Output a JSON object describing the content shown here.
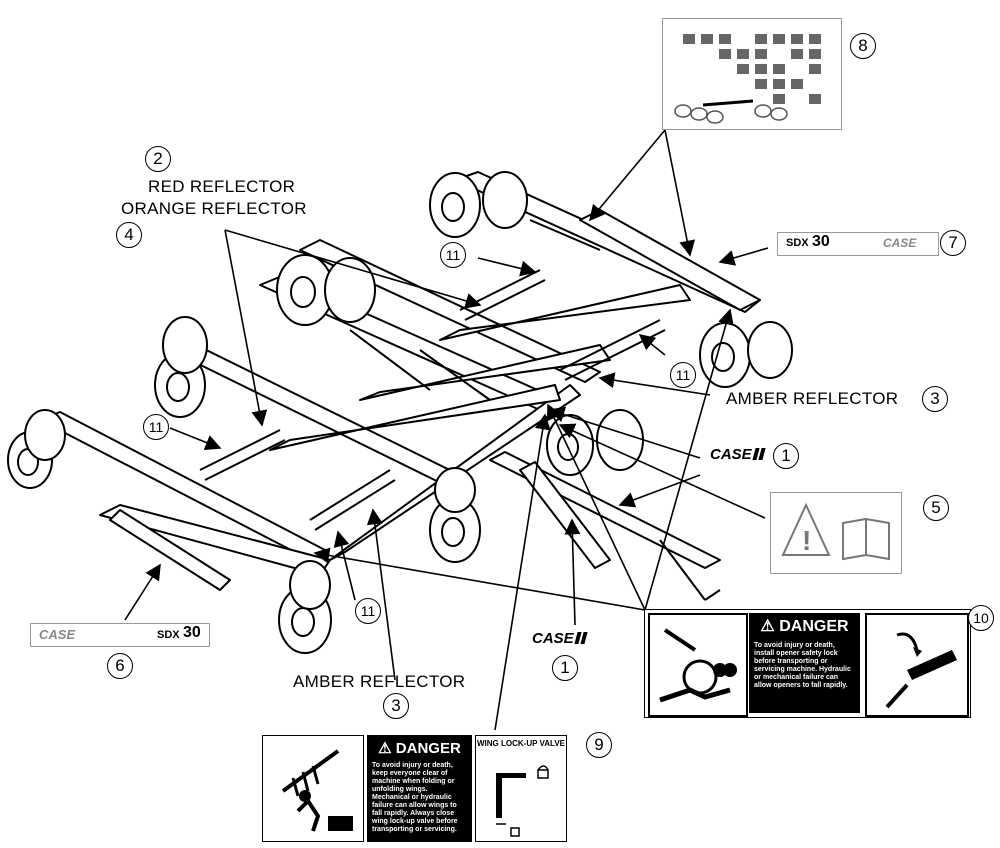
{
  "labels": {
    "red_reflector": "RED REFLECTOR",
    "orange_reflector": "ORANGE REFLECTOR",
    "amber_reflector_right": "AMBER REFLECTOR",
    "amber_reflector_bottom": "AMBER REFLECTOR"
  },
  "callouts": {
    "n1a": "1",
    "n1b": "1",
    "n2": "2",
    "n3a": "3",
    "n3b": "3",
    "n4": "4",
    "n5": "5",
    "n6": "6",
    "n7": "7",
    "n8": "8",
    "n9": "9",
    "n10": "10",
    "n11a": "11",
    "n11b": "11",
    "n11c": "11",
    "n11d": "11"
  },
  "logos": {
    "case_ih_1a": "CASE",
    "case_ih_1b": "CASE",
    "case_ih_7": "CASE",
    "case_ih_6": "CASE",
    "sdx_7": "SDX",
    "sdx_7_num": "30",
    "sdx_6": "SDX",
    "sdx_6_num": "30"
  },
  "decal10": {
    "heading": "DANGER",
    "body": "To avoid injury or death, install opener safety lock before transporting or servicing machine. Hydraulic or mechanical failure can allow openers to fall rapidly."
  },
  "decal9": {
    "heading": "DANGER",
    "body": "To avoid injury or death, keep everyone clear of machine when folding or unfolding wings. Mechanical or hydraulic failure can allow wings to fall rapidly. Always close wing lock-up valve before transporting or servicing.",
    "valve_title": "WING LOCK-UP VALVE"
  }
}
